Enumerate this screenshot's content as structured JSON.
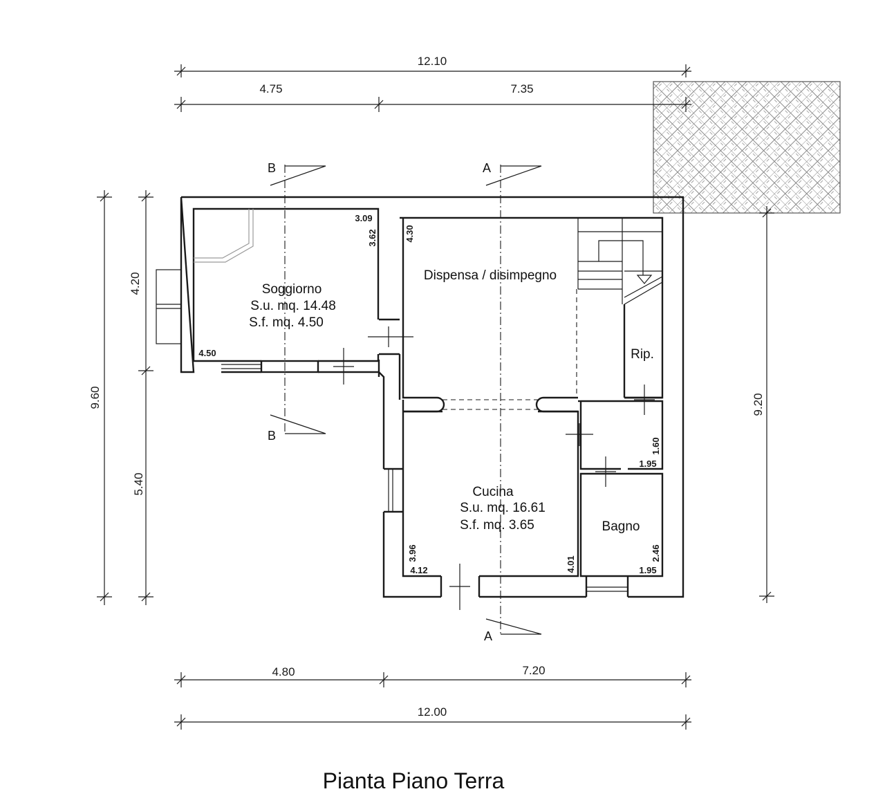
{
  "title": "Pianta Piano Terra",
  "rooms": {
    "soggiorno": {
      "name": "Soggiorno",
      "su": "S.u. mq. 14.48",
      "sf": "S.f. mq. 4.50"
    },
    "dispensa": {
      "name": "Dispensa / disimpegno"
    },
    "cucina": {
      "name": "Cucina",
      "su": "S.u. mq. 16.61",
      "sf": "S.f. mq. 3.65"
    },
    "bagno": {
      "name": "Bagno"
    },
    "rip": {
      "name": "Rip."
    }
  },
  "dimensions": {
    "top_total": "12.10",
    "top_left": "4.75",
    "top_right": "7.35",
    "bottom_left": "4.80",
    "bottom_right": "7.20",
    "bottom_total": "12.00",
    "left_total": "9.60",
    "left_upper": "4.20",
    "left_lower": "5.40",
    "right_total": "9.20"
  },
  "room_dims": {
    "sog_w": "3.09",
    "sog_h": "3.62",
    "sog_b": "4.50",
    "disp_h": "4.30",
    "cuc_h": "3.96",
    "cuc_w": "4.12",
    "cuc_r": "4.01",
    "wc1_h": "1.60",
    "wc1_w": "1.95",
    "bagno_h": "2.46",
    "bagno_w": "1.95"
  },
  "sections": {
    "a_top": "A",
    "a_bottom": "A",
    "b_top": "B",
    "b_bottom": "B"
  }
}
